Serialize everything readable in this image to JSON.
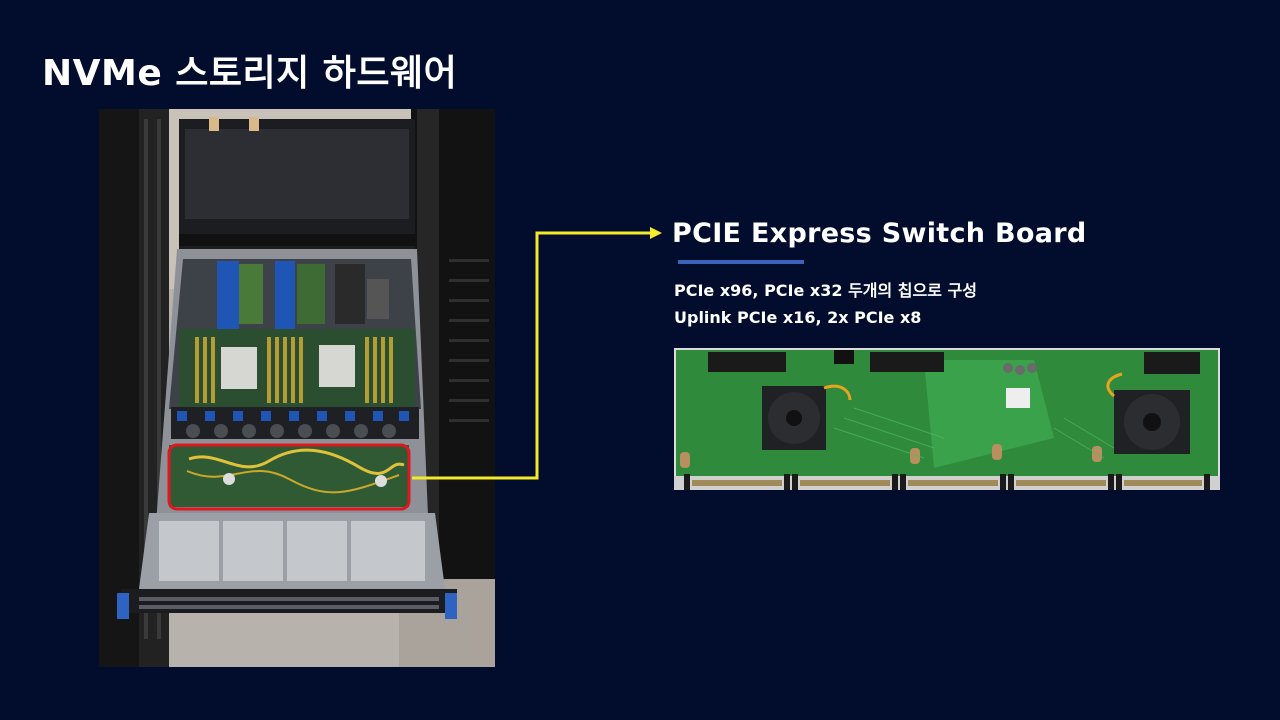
{
  "slide": {
    "title": "NVMe 스토리지 하드웨어",
    "colors": {
      "background": "#020d2e",
      "accent": "#3b63b8",
      "highlight_box": "#e0171f",
      "arrow": "#f2ea2a"
    }
  },
  "server_photo": {
    "description_icon": "server-chassis-photo"
  },
  "board": {
    "title": "PCIE Express Switch Board",
    "line1": "PCIe x96, PCIe x32 두개의 칩으로 구성",
    "line2": "Uplink PCIe x16, 2x PCIe x8"
  },
  "board_photo": {
    "description_icon": "pcie-switch-board-photo"
  }
}
